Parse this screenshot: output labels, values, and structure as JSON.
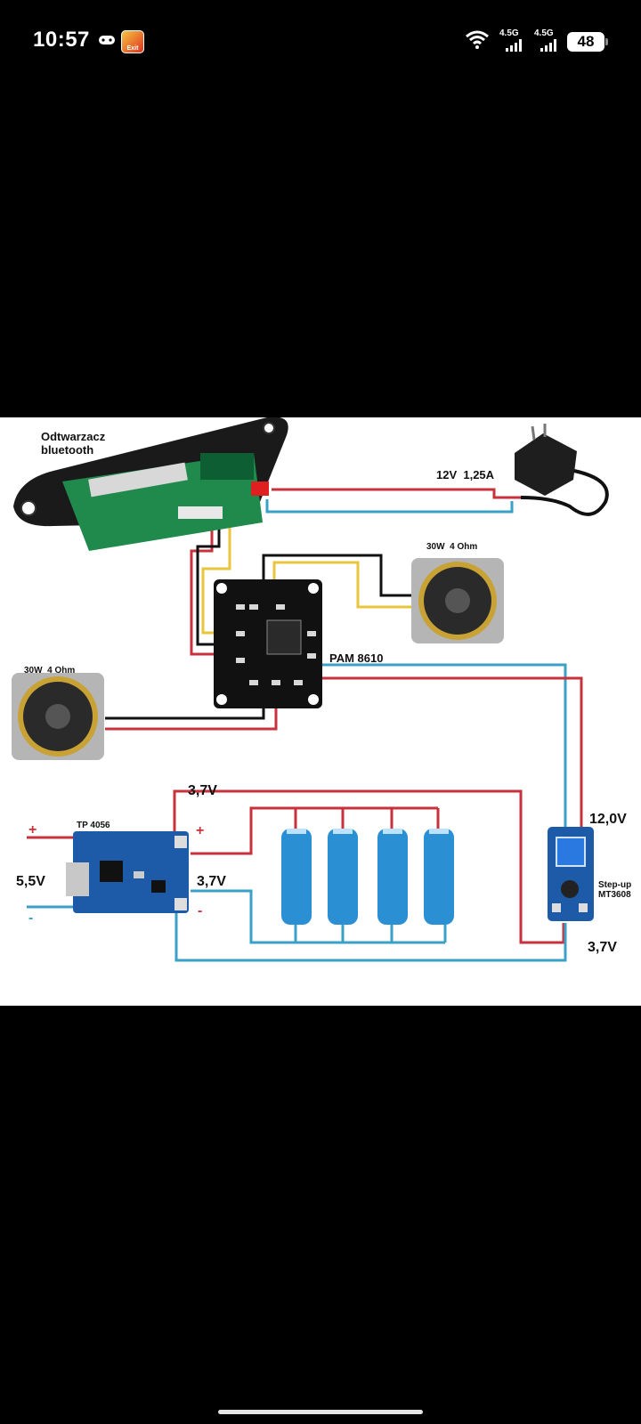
{
  "status_bar": {
    "time": "10:57",
    "network1": "4.5G",
    "network2": "4.5G",
    "battery": "48",
    "icons": [
      "gamepad-icon",
      "app-notification-icon",
      "wifi-icon",
      "signal-icon",
      "battery-icon"
    ]
  },
  "diagram": {
    "bt_player": "Odtwarzacz\nbluetooth",
    "power_supply": "12V  1,25A",
    "speaker_right": "30W  4 Ohm",
    "speaker_left": "30W  4 Ohm",
    "amp": "PAM 8610",
    "charger": "TP 4056",
    "in_voltage": "5,5V",
    "out_voltage_top": "3,7V",
    "out_voltage_side": "3,7V",
    "stepup_out": "12,0V",
    "stepup": "Step-up\nMT3608",
    "stepup_in": "3,7V",
    "plus_left": "+",
    "minus_left": "-",
    "plus_right": "+",
    "minus_right": "-"
  },
  "colors": {
    "red_wire": "#c8323c",
    "blue_wire": "#3aa0c8",
    "yellow_wire": "#e8c53a",
    "battery": "#2b8fd4"
  }
}
